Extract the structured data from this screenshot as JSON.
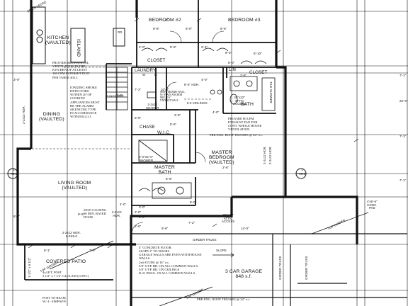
{
  "rooms": {
    "bedroom2": "BEDROOM #2",
    "bedroom3": "BEDROOM #3",
    "kitchen": [
      "KITCHEN",
      "(VAULTED)"
    ],
    "island": "ISLAND",
    "laundry": "LAUNDRY",
    "closet_left": "CLOSET",
    "closet_right": "CLOSET",
    "lin": "LIN",
    "bath": "BATH",
    "tile_shower": "TILE SHOWER",
    "dining": [
      "DINING",
      "(VAULTED)"
    ],
    "wic": "W.I.C.",
    "chase": "CHASE",
    "master_bedroom": [
      "MASTER",
      "BEDROOM",
      "(VAULTED)"
    ],
    "master_bath": [
      "MASTER",
      "BATH"
    ],
    "living_room": [
      "LIVING ROOM",
      "(VAULTED)"
    ],
    "covered_patio": "COVERED PATIO",
    "garage": [
      "3 CAR GARAGE",
      "848 s.f."
    ]
  },
  "notes": {
    "mech_vent": [
      "PROVIDE MECHANICAL",
      "VENTILATION IN THE",
      "KITCHEN OF AT LEAST",
      "100 CFM INTERMITTENT",
      "PER TABLE 403.3"
    ],
    "smoke": [
      "IONIZING SMOKE",
      "DETECTORS",
      "WITHIN 20' OF",
      "COOKING",
      "APPLIANCES MUST",
      "BE THE ALARM",
      "SILENCING TYPE",
      "IN ACCORDANCE",
      "WITH R314.3.1"
    ],
    "exhaust": [
      "PROVIDE 80 CFM",
      "EXHAUST FAN FOR",
      "CONT. WHOLE HOUSE",
      "VENTILATION"
    ],
    "pre_eng_roof": "PRE-ENG. ROOF TRUSSES @ 24\" o.c.",
    "pre_eng_floor": "PRE-ENG. ROOF TRUSSES @ 24\" o.c.",
    "attic1": [
      "30\"x22\"",
      "ATTIC",
      "ACCESS"
    ],
    "attic2": [
      "30\"x22\"",
      "ATTIC",
      "ACCESS"
    ],
    "self_closing": [
      "SELF-CLOSING",
      "20 MIN. RATED",
      "DOOR"
    ],
    "shower": [
      "3'-0\"x5'-0\"",
      "SHOWER"
    ],
    "ceilings": "8-0 CEILINGS",
    "hdr1": [
      "2-2x12",
      "HEADER"
    ],
    "hdr2": [
      "2-2x12",
      "HDR."
    ],
    "hdr3": [
      "2-2x12 HDR.",
      "6-0X5-0"
    ],
    "hdr4": [
      "2-2x12 HDR."
    ],
    "hdr5": [
      "2-2x12 HDR."
    ],
    "hdr6": [
      "2-2x12",
      "HDR."
    ],
    "bath_note": [
      "SHOWER BIDE WALL",
      "W/ STAIN ANCHOR",
      "MIN. 4'-0\"",
      "UNIT KIT WALL"
    ],
    "garage_notes": [
      "4\" CONCRETE FLOOR",
      "SLOPE 2\" TO DOORS",
      "GARAGE WALLS ARE EVEN WITH HOUSE",
      "WALLS",
      "2x6 STUDS @ 16\" o.c.",
      "5/8\" GYP. BD. ON ALL COMMON WALLS",
      "5/8\" GYP. BD. ON CEILINGS",
      "R-21 INSUL. IN ALL COMMON WALLS"
    ],
    "girder_truss": "GIRDER TRUSS",
    "girder_truss_v1": "GIRDER TRUSS",
    "girder_truss_v2": "GIRDER TRUSS",
    "slope": "SLOPE",
    "conc_pad": [
      "4'x6'-6\"",
      "CONC.",
      "PAD"
    ],
    "patio_post": [
      "4x4 P.T. POST",
      "3 1/2\" x 7 1/2\" GLULAM (CONT.)"
    ],
    "post_to_beam": [
      "POST TO BEAM",
      "W/ 4 - SIMPSON"
    ],
    "top_girder_patio": "TOP GIRDER",
    "top_girder_right": "TOP GIRDER",
    "brick_ledge": "BRICK LEDGE",
    "top_girder_garage": "TOP GIRDER"
  },
  "dims": {
    "d1": "8'-8\"",
    "d2": "6'-0\"",
    "d3": "4'-0\"",
    "d4": "5'-8\"",
    "d5": "2'-4\"",
    "d6": "8'-6\"",
    "d7": "6'-10\"",
    "d8": "9'-0\"",
    "d9": "10'-0\"",
    "d10": "7'-2\"",
    "d11": "4'-0\"",
    "d12": "2'-6\"",
    "d13": "5'-6\"",
    "d14": "6'-1\"",
    "d15": "7'-9\"",
    "d16": "2'-0\"",
    "d17": "2'-6\"",
    "d18": "9'-6\"",
    "d19": "14'-0\"",
    "d20": "7'-2\"",
    "d21": "4'-0\"",
    "d22": "7'-1\"",
    "d23": "7'-1\"",
    "d24": "22'-0\"",
    "d25": "3'-0\"",
    "d26": "8'-0\"",
    "d27": "2'-6\"",
    "d28": "5'-6\"",
    "d29": "5'-9\"",
    "d30": "6'-0\"",
    "d31": "2'-0\"",
    "d32": "6'-0\"",
    "d33": "7'-1\"",
    "d34": "3'-0\"",
    "d35": "4'-0\"",
    "d36": "2'-6\"",
    "d37": "9'-6\"",
    "d38": "4'-0\""
  },
  "section_marks": {
    "left": [
      "1",
      "A5.1"
    ],
    "right": [
      "1",
      "A5.1"
    ]
  },
  "hr_marks": {
    "h1": "2-2x12 HDR.",
    "h2": "8'-6\" HDR."
  },
  "side_text": {
    "left_wall": "2-2x12 HDR.",
    "right_wall": "2-2x12 HDR.",
    "right_wall2": "2-2x12 HDR.",
    "patio_side": "1-1/2\" x 5 1/2\""
  },
  "letters": {
    "ldr": "D.",
    "bd": "RD",
    "w": "W"
  }
}
